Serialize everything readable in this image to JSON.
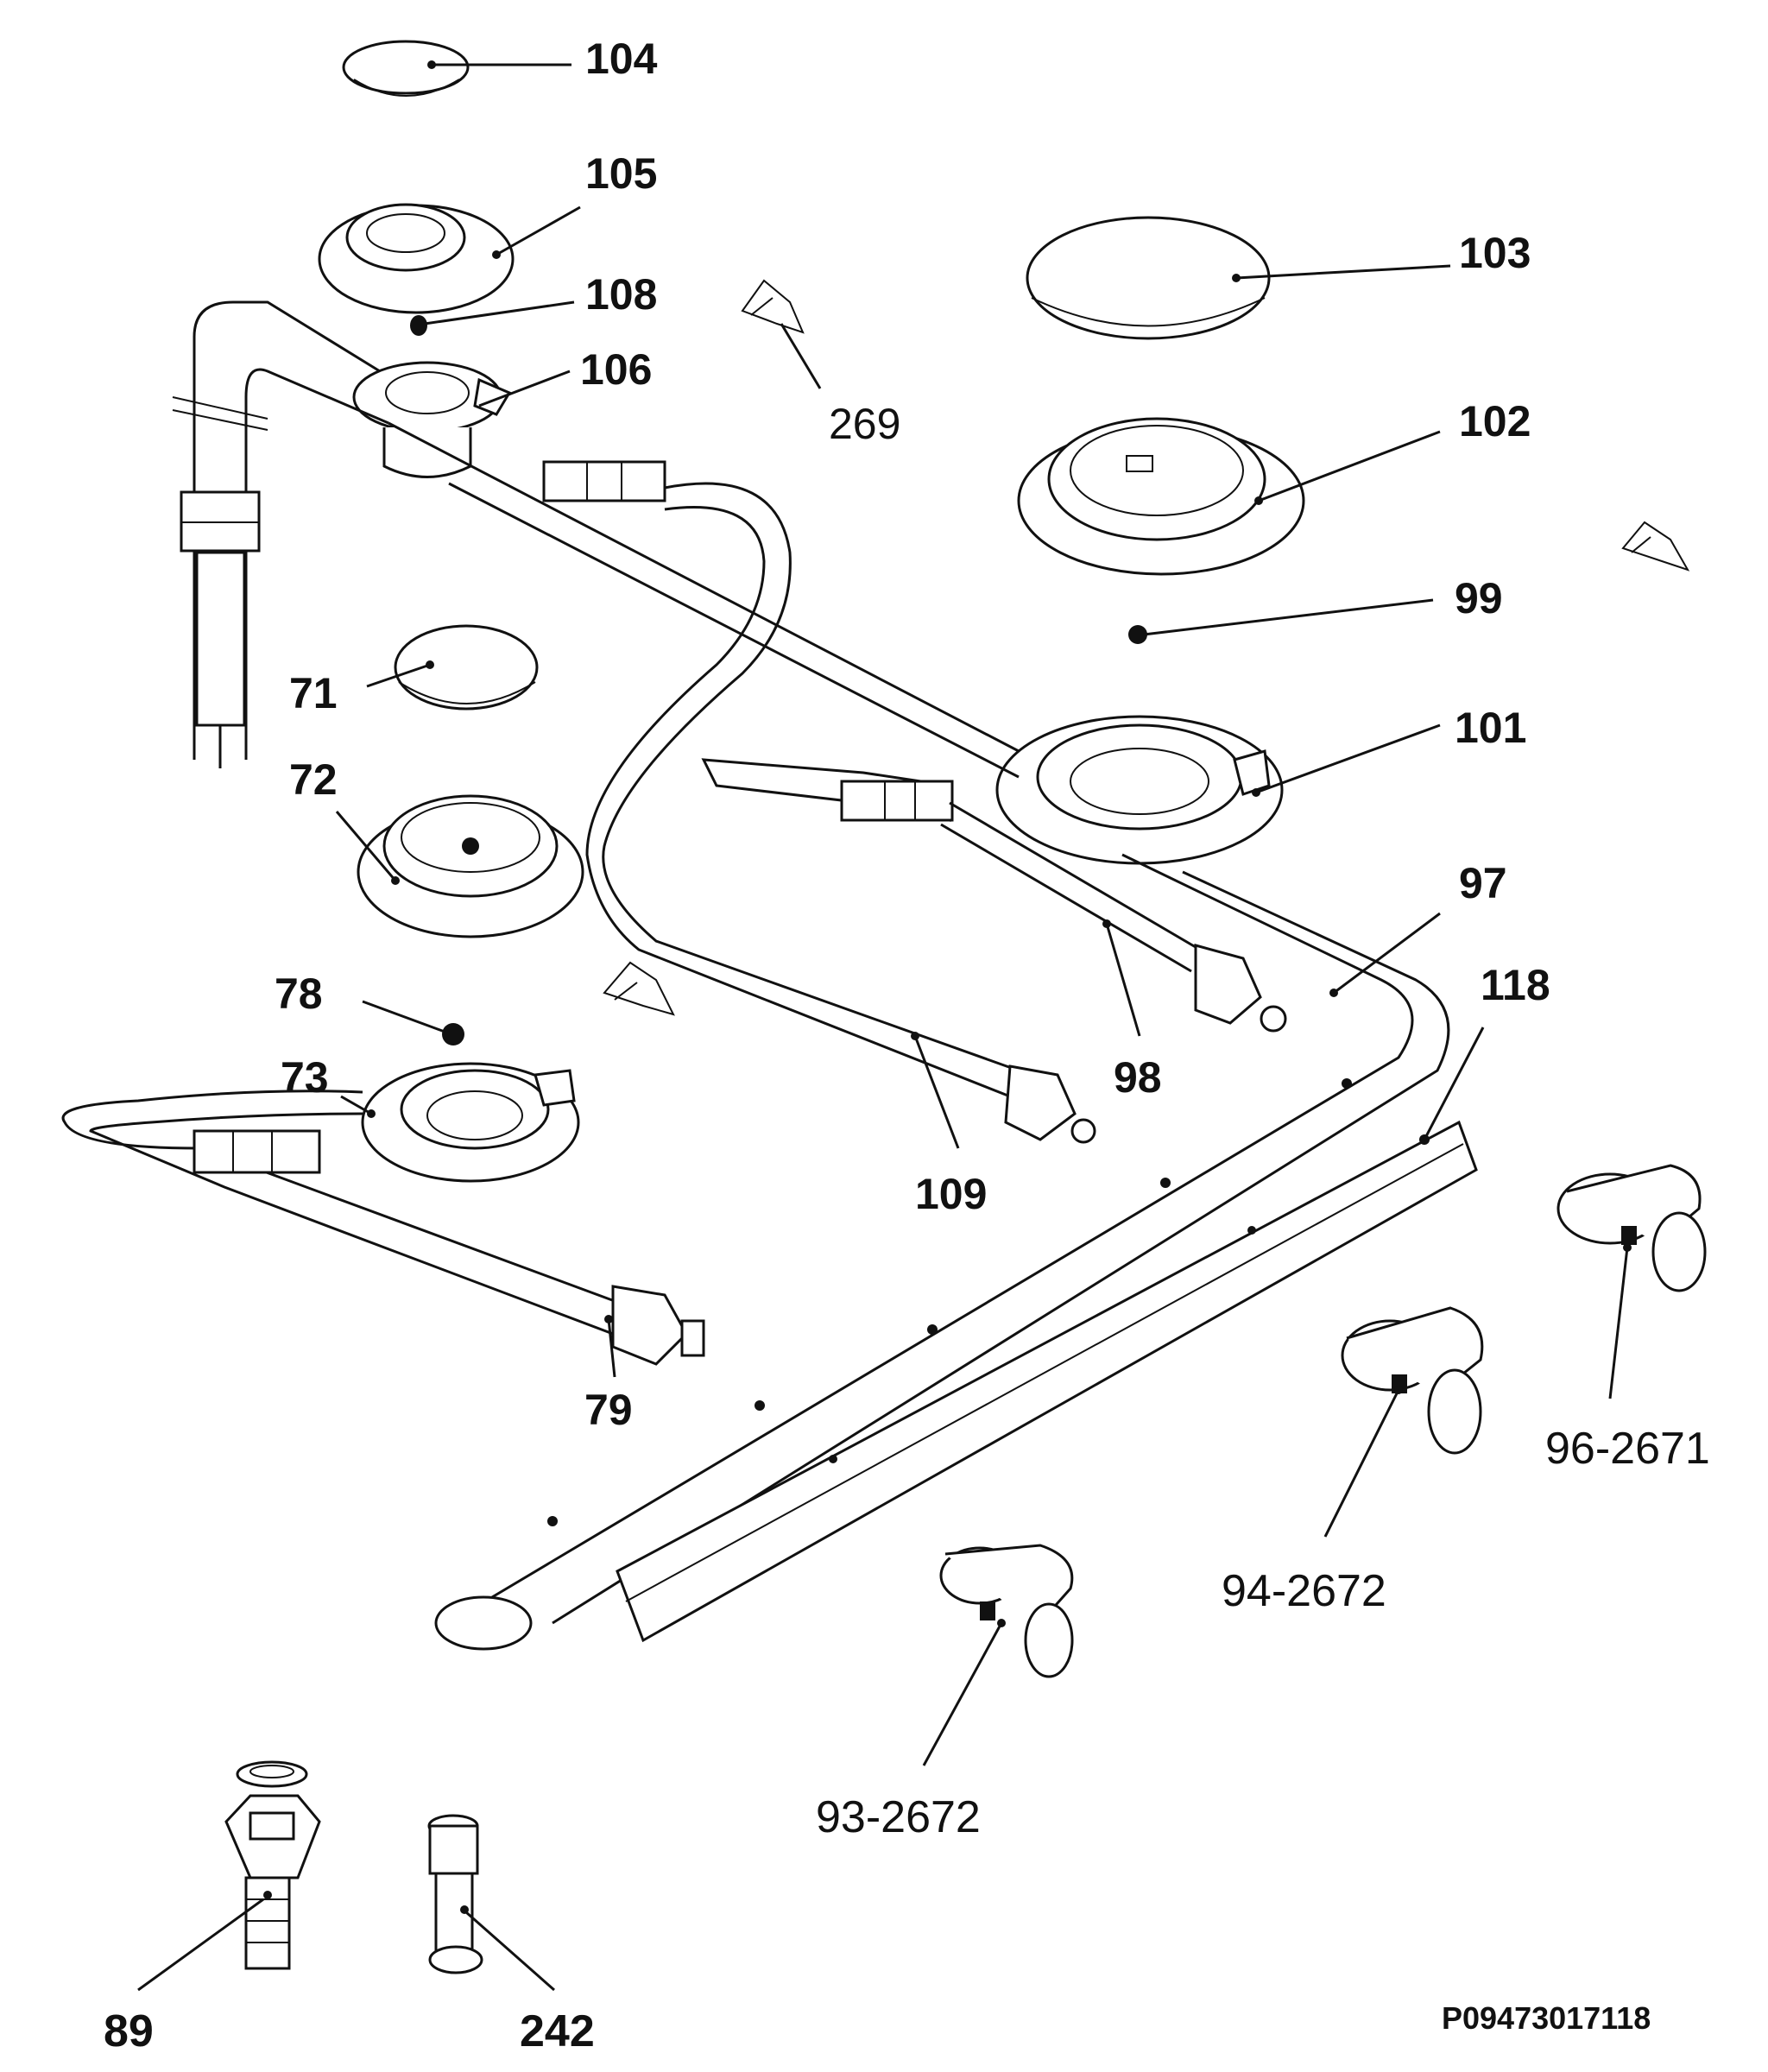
{
  "diagram": {
    "labels": {
      "l104": "104",
      "l105": "105",
      "l108": "108",
      "l106": "106",
      "l269": "269",
      "l103": "103",
      "l102": "102",
      "l99": "99",
      "l101": "101",
      "l97": "97",
      "l118": "118",
      "l98": "98",
      "l109": "109",
      "l71": "71",
      "l72": "72",
      "l78": "78",
      "l73": "73",
      "l79": "79",
      "l96": "96-2671",
      "l94": "94-2672",
      "l93": "93-2672",
      "l89": "89",
      "l242": "242"
    },
    "reference_code": "P09473017118"
  }
}
